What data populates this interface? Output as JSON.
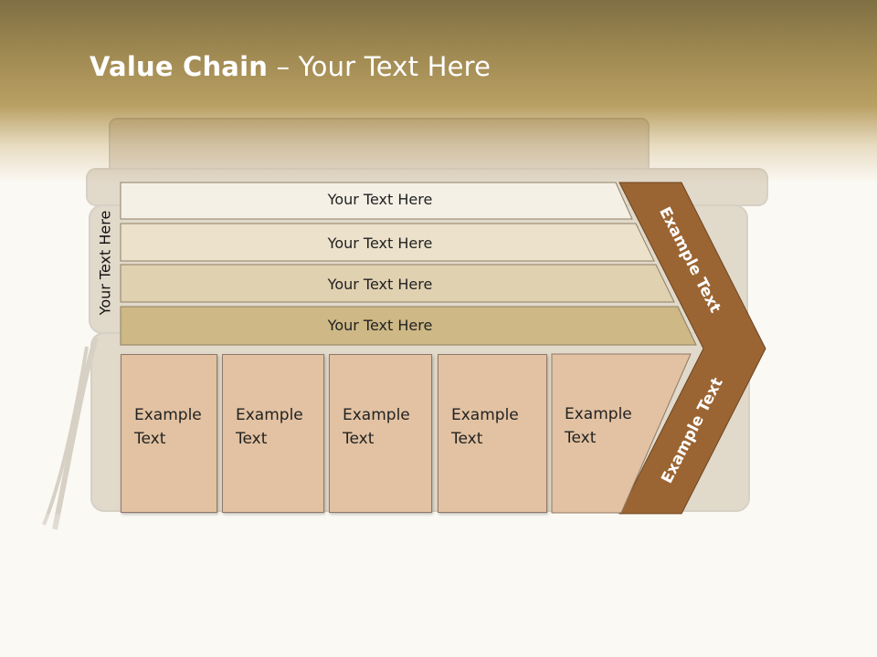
{
  "title": {
    "bold": "Value Chain",
    "rest": " – Your Text Here"
  },
  "vertical_label": "Your Text Here",
  "rows": [
    {
      "label": "Your Text Here",
      "color": "#f4f0e6"
    },
    {
      "label": "Your Text Here",
      "color": "#ece2cc"
    },
    {
      "label": "Your Text Here",
      "color": "#e0d1b1"
    },
    {
      "label": "Your Text Here",
      "color": "#cdb886"
    }
  ],
  "columns": [
    {
      "line1": "Example",
      "line2": "Text"
    },
    {
      "line1": "Example",
      "line2": "Text"
    },
    {
      "line1": "Example",
      "line2": "Text"
    },
    {
      "line1": "Example",
      "line2": "Text"
    },
    {
      "line1": "Example",
      "line2": "Text"
    }
  ],
  "chevron": {
    "top": "Example Text",
    "bottom": "Example Text",
    "color": "#9b6533"
  },
  "colors": {
    "column": "#e2c2a2",
    "header_top": "#7f6f44"
  }
}
